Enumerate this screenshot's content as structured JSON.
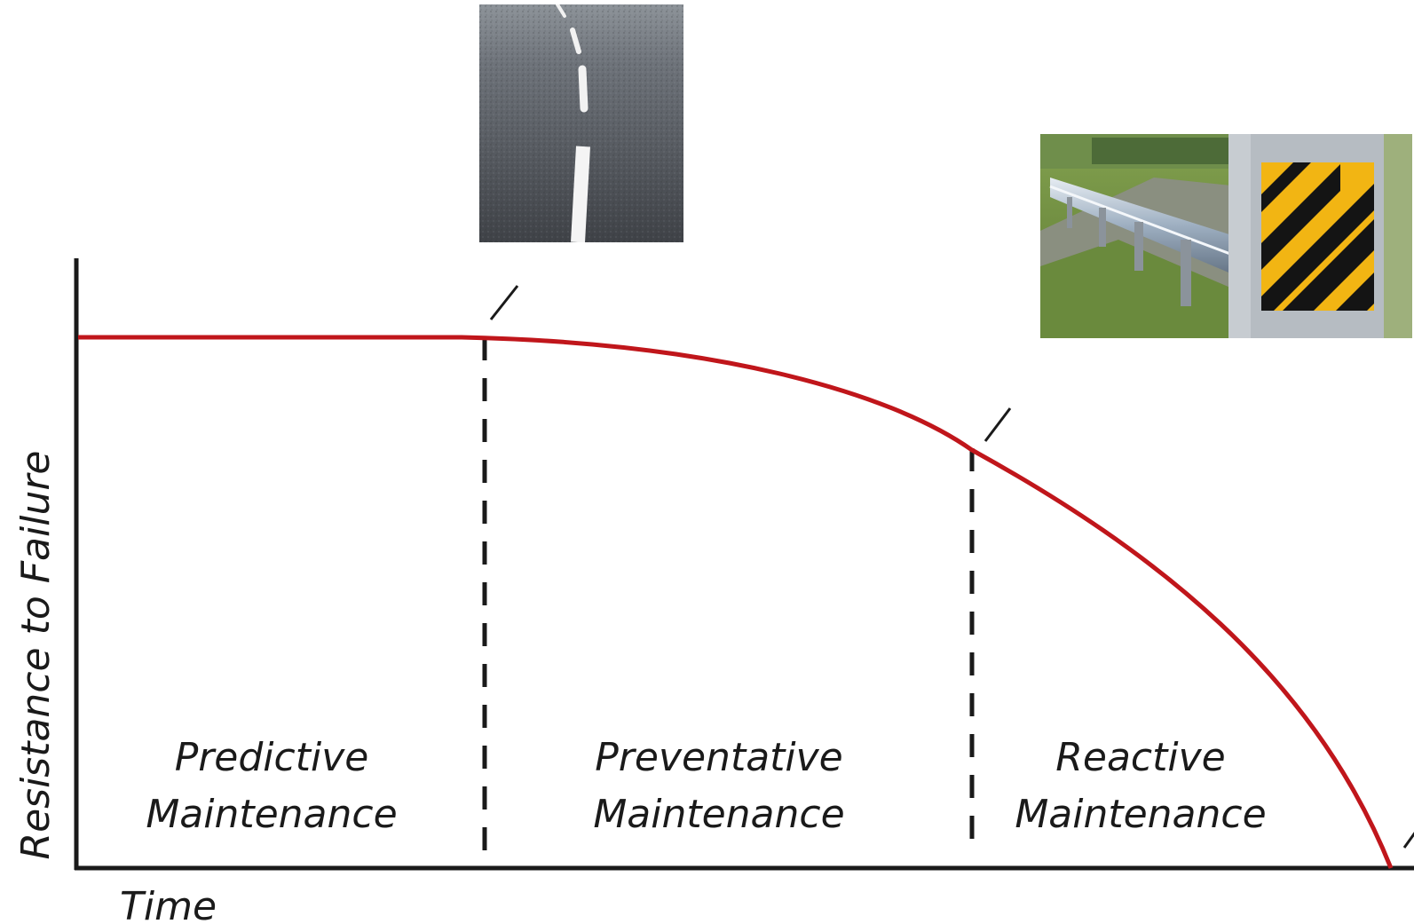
{
  "diagram": {
    "axes": {
      "x_label": "Time",
      "y_label": "Resistance to Failure"
    },
    "curve_color": "#c0161b",
    "phases": [
      {
        "line1": "Predictive",
        "line2": "Maintenance"
      },
      {
        "line1": "Preventative",
        "line2": "Maintenance"
      },
      {
        "line1": "Reactive",
        "line2": "Maintenance"
      }
    ],
    "photos": [
      {
        "icon": "asphalt-road-photo-icon",
        "depicts": "new road"
      },
      {
        "icon": "guardrail-photo-icon",
        "depicts": "guardrail"
      }
    ]
  }
}
